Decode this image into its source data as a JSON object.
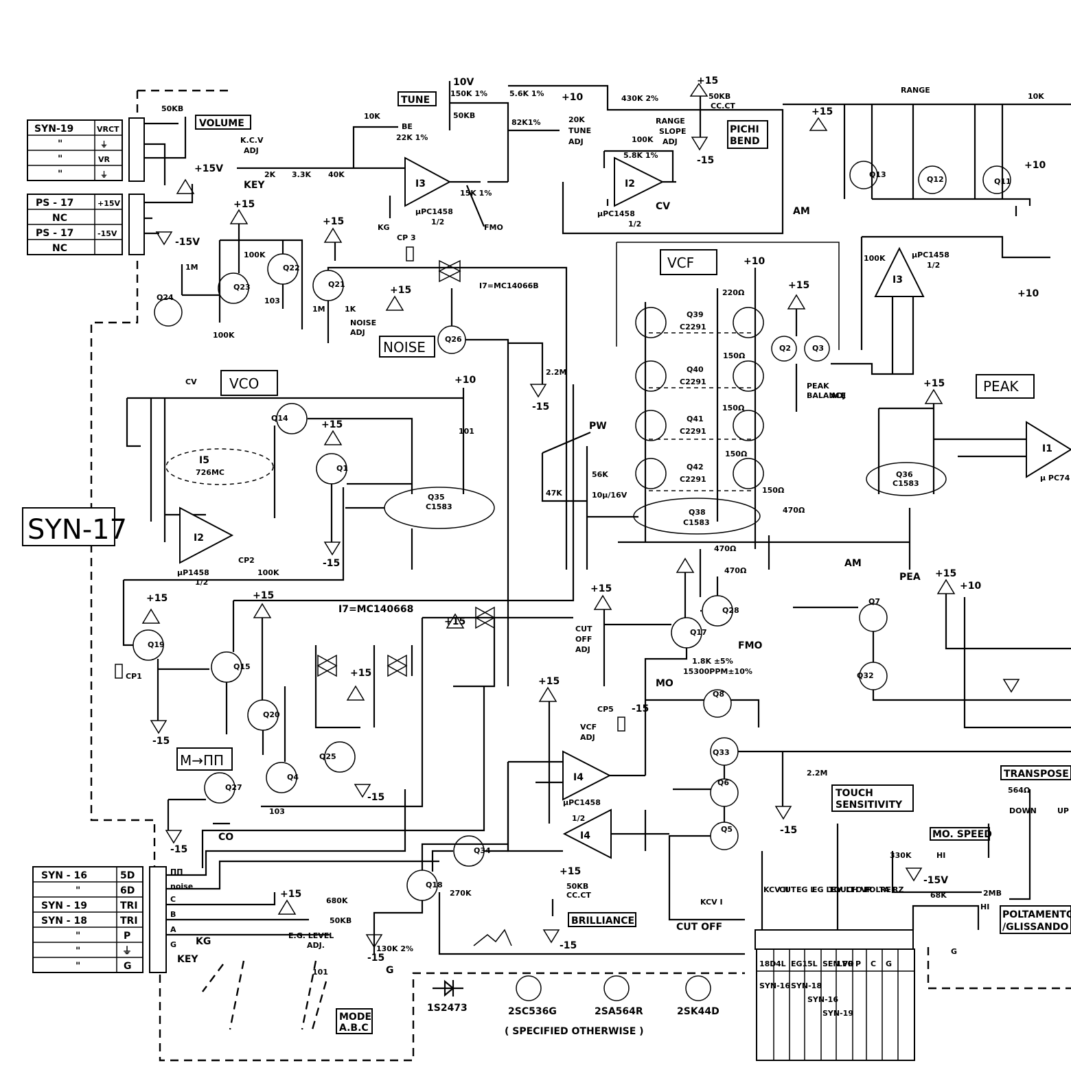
{
  "board_id": "SYN-17",
  "sections": {
    "volume": "VOLUME",
    "tune": "TUNE",
    "pitch_bend": [
      "PICHI",
      "BEND"
    ],
    "vco": "VCO",
    "vcf": "VCF",
    "noise": "NOISE",
    "peak": "PEAK",
    "brilliance": "BRILLIANCE",
    "transpose": "TRANSPOSE",
    "touch_sensitivity": [
      "TOUCH",
      "SENSITIVITY"
    ],
    "mo_speed": "MO. SPEED",
    "portamento": [
      "POLTAMENTO",
      "/GLISSANDO"
    ],
    "mode": [
      "MODE",
      "A.B.C"
    ],
    "wave_switch": "M→ΠΠ"
  },
  "connector_top": [
    {
      "board": "SYN-19",
      "pin": "VRCT"
    },
    {
      "board": "\"",
      "pin": "⏚"
    },
    {
      "board": "\"",
      "pin": "VR"
    },
    {
      "board": "\"",
      "pin": "⏚"
    }
  ],
  "connector_power": [
    {
      "board": "PS - 17",
      "pin": "+15V"
    },
    {
      "board": "NC",
      "pin": ""
    },
    {
      "board": "PS - 17",
      "pin": "-15V"
    },
    {
      "board": "NC",
      "pin": ""
    }
  ],
  "connector_bottom": [
    {
      "board": "SYN - 16",
      "pin": "5D"
    },
    {
      "board": "\"",
      "pin": "6D"
    },
    {
      "board": "SYN - 19",
      "pin": "TRI"
    },
    {
      "board": "SYN - 18",
      "pin": "TRI"
    },
    {
      "board": "\"",
      "pin": "P"
    },
    {
      "board": "\"",
      "pin": "⏚"
    },
    {
      "board": "\"",
      "pin": "G"
    }
  ],
  "connector_bottom_signals": [
    "ΠΠ",
    "noise",
    "C",
    "B",
    "A",
    "G",
    "KEY"
  ],
  "connector_right": {
    "boards": [
      "SYN-16",
      "\"",
      "SYN-18",
      "SYN-16",
      "SYN-19",
      "\"",
      "\"",
      "\"",
      "\"",
      "\""
    ],
    "pins": [
      "18D",
      "4L",
      "EG1",
      "5L",
      "SEN VR",
      "LFO",
      "P",
      "C",
      "G"
    ],
    "signals": [
      "KCV II",
      "CUT",
      "EG L",
      "EG LEV",
      "TOUCH VR",
      "LFO F",
      "POLTA",
      "RE",
      "RZ"
    ]
  },
  "ics": {
    "i3_top": {
      "name": "I3",
      "part": "μPC1458",
      "unit": "1/2"
    },
    "i2_top": {
      "name": "I2",
      "part": "μPC1458",
      "unit": "1/2"
    },
    "i5": {
      "name": "I5",
      "part": "726MC"
    },
    "i2_vco": {
      "name": "I2",
      "part": "μP1458",
      "unit": "1/2"
    },
    "i4_a": {
      "name": "I4"
    },
    "i4_b": {
      "name": "I4",
      "part": "μPC1458",
      "unit": "1/2"
    },
    "i3_right": {
      "name": "I3",
      "part": "μPC1458",
      "unit": "1/2"
    },
    "i1_right": {
      "name": "I1",
      "part": "μ PC74"
    },
    "i7_note": "I7=MC14066B",
    "i7_note_b": "I7=MC140668"
  },
  "transistors": [
    "Q24",
    "Q23",
    "Q22",
    "Q21",
    "Q26",
    "Q14",
    "Q1",
    "Q35",
    "Q19",
    "Q15",
    "Q20",
    "Q25",
    "Q4",
    "Q27",
    "Q39",
    "Q40",
    "Q41",
    "Q42",
    "Q38",
    "Q2",
    "Q3",
    "Q36",
    "Q17",
    "Q28",
    "Q8",
    "Q33",
    "Q6",
    "Q5",
    "Q34",
    "Q18",
    "Q13",
    "Q12",
    "Q11",
    "Q7",
    "Q32"
  ],
  "transistor_pairs": {
    "q39": "C2291",
    "q40": "C2291",
    "q41": "C2291",
    "q42": "C2291",
    "q38": "C1583",
    "q35": "C1583",
    "q36": "C1583"
  },
  "labels": {
    "vplus15": "+15",
    "vminus15": "-15",
    "vplus10": "+10",
    "v10v": "10V",
    "v15v": "+15V",
    "vm15v": "-15V",
    "kcv_adj": [
      "K.C.V",
      "ADJ"
    ],
    "key": "KEY",
    "kg": "KG",
    "be": "BE",
    "fmo": "FMO",
    "cv": "CV",
    "tune_adj": [
      "20K",
      "TUNE",
      "ADJ"
    ],
    "range_slope": [
      "RANGE",
      "SLOPE",
      "ADJ"
    ],
    "am": "AM",
    "range": "RANGE",
    "cp3": "CP 3",
    "cp2": "CP2",
    "cp1": "CP1",
    "cp5": "CP5",
    "noise_adj": [
      "1K",
      "NOISE",
      "ADJ"
    ],
    "pw": "PW",
    "peak_balance": [
      "PEAK",
      "BALANCE",
      "ADJ"
    ],
    "cut_off_adj": [
      "CUT",
      "OFF",
      "ADJ"
    ],
    "vcf_adj": [
      "VCF",
      "ADJ"
    ],
    "mo": "MO",
    "fmo2": "FMO",
    "eg_level": [
      "E.G. LEVEL",
      "ADJ."
    ],
    "cut_off": "CUT OFF",
    "co": "CO",
    "pea": "PEA",
    "down": "DOWN",
    "up": "UP",
    "hi": "HI",
    "g": "G",
    "kcv1": "KCV I"
  },
  "components": {
    "r_vol": "50KB",
    "r_5k6": "5.6K 1%",
    "r_150k": "150K 1%",
    "r_50kb": "50KB",
    "r_82k": "82K1%",
    "r_430k": "430K 2%",
    "r_50kb_cc": [
      "50KB",
      "CC.CT"
    ],
    "r_10k": "10K",
    "r_22k": "22K 1%",
    "r_2k": "2K",
    "r_3k3": "3.3K",
    "r_40k": "40K",
    "r_15k": "15K 1%",
    "r_100k": "100K",
    "r_5k8": "5.8K 1%",
    "r_1m": "1M",
    "c_103": "103",
    "r_56k": "56K",
    "c_10u16": "10μ/16V",
    "r_47k": "47K",
    "r_220": "220Ω",
    "r_150": "150Ω",
    "r_470": "470Ω",
    "r_2m2": "2.2M",
    "r_680k": "680K",
    "r_130k": "130K 2%",
    "r_270k": "270K",
    "r_564": "564Ω",
    "r_2mb": "2MB",
    "r_68k": "68K",
    "r_330k": "330K",
    "c_101": "101",
    "r_18k": "1.8K ±5%",
    "r_15300": "15300PPM±10%"
  },
  "legend": {
    "diode": "1S2473",
    "npn": "2SC536G",
    "pnp": "2SA564R",
    "fet": "2SK44D",
    "note": "( SPECIFIED   OTHERWISE )"
  }
}
